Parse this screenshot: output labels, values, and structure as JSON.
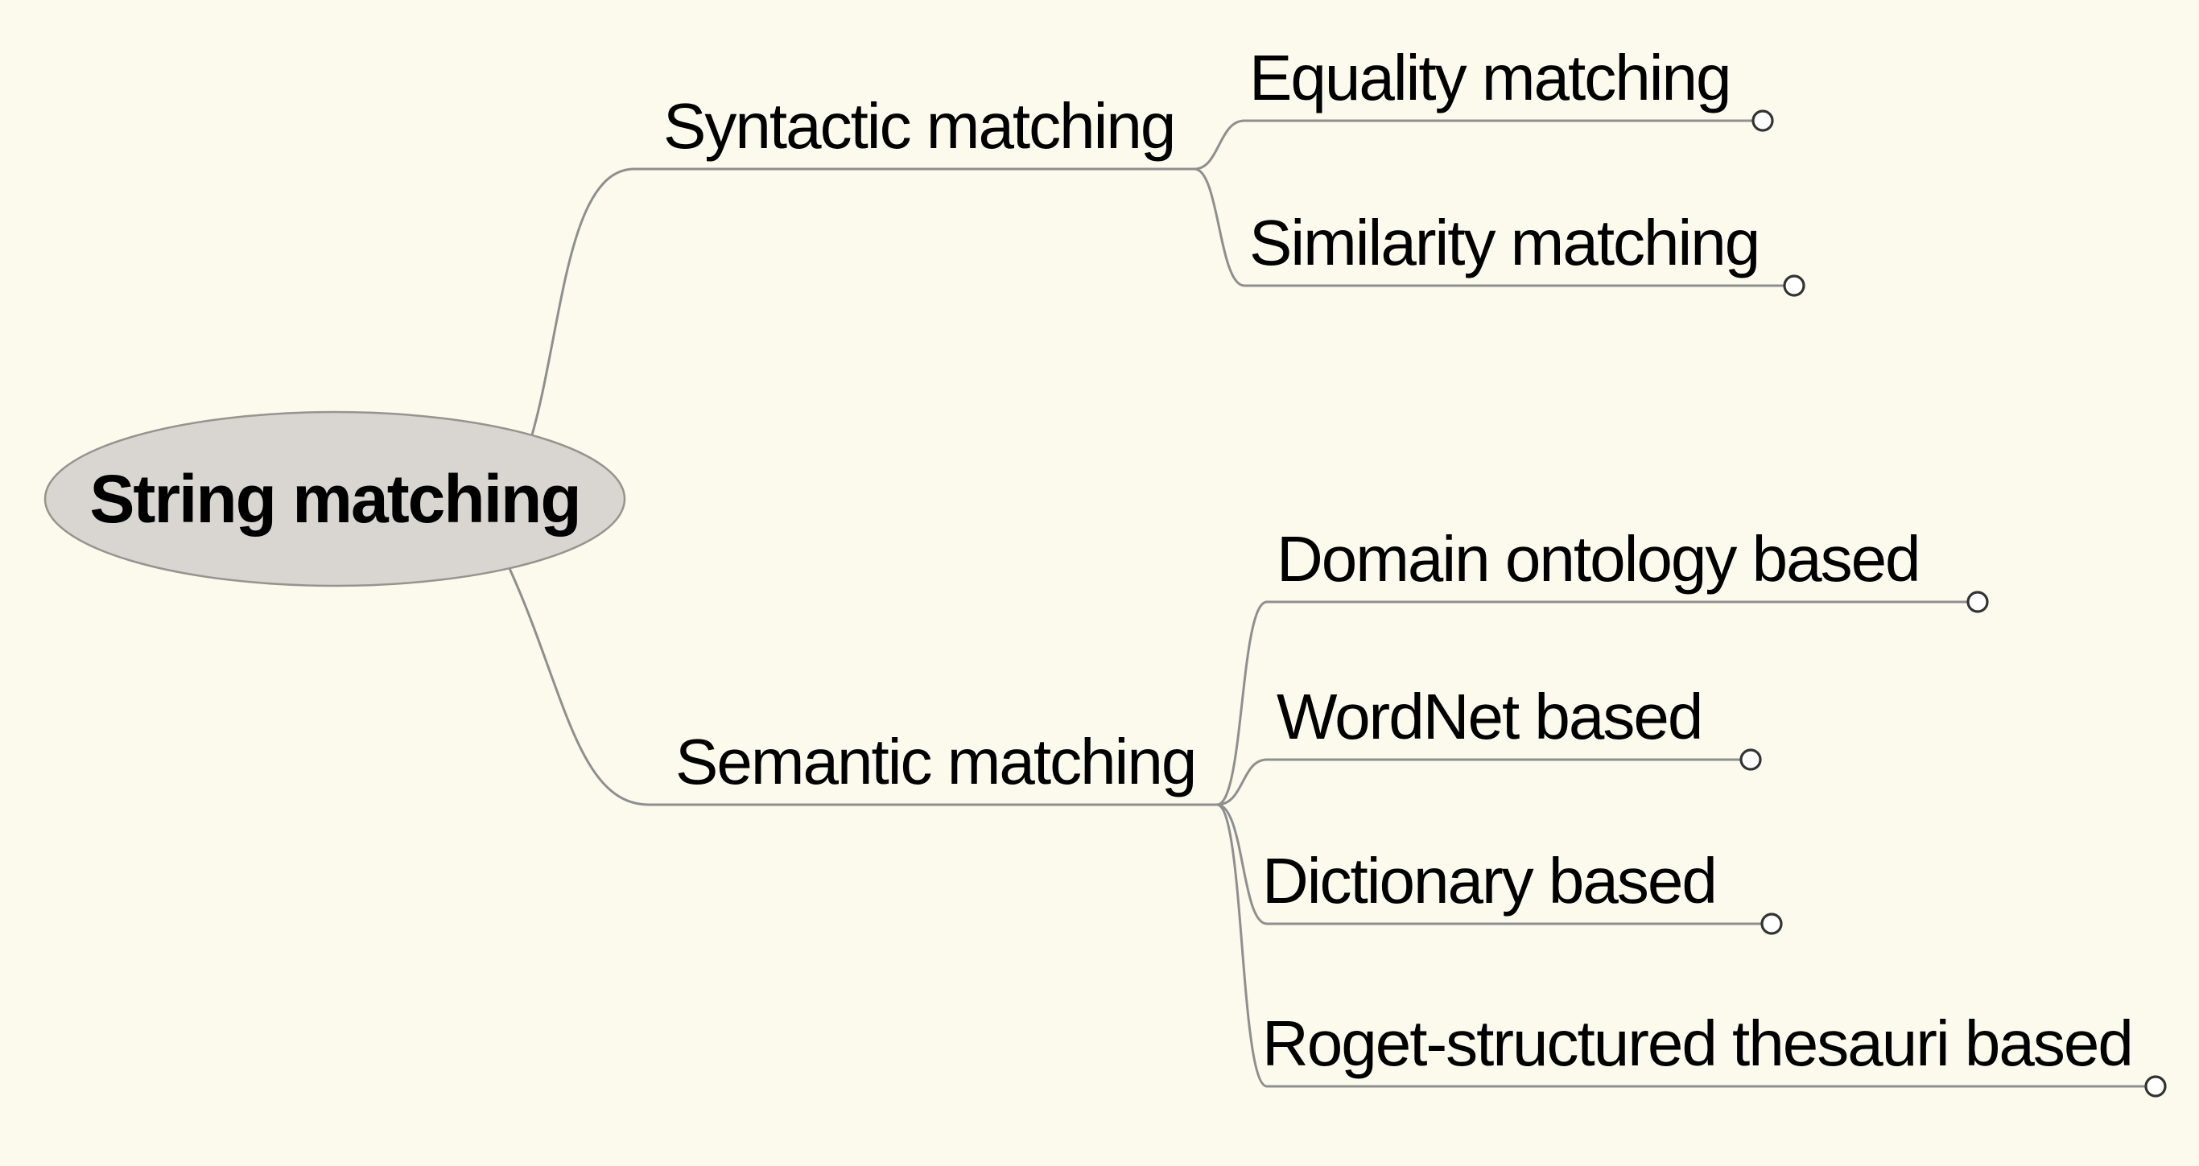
{
  "colors": {
    "background": "#FBFAEC",
    "root_fill": "#D9D5D1",
    "root_stroke": "#97948F",
    "line": "#8F8F8F",
    "text": "#000000",
    "circle_fill": "#FFFFFF",
    "circle_stroke": "#333333"
  },
  "root": {
    "label": "String matching"
  },
  "branches": [
    {
      "label": "Syntactic matching",
      "children": [
        {
          "label": "Equality matching"
        },
        {
          "label": "Similarity matching"
        }
      ]
    },
    {
      "label": "Semantic matching",
      "children": [
        {
          "label": "Domain ontology based"
        },
        {
          "label": "WordNet based"
        },
        {
          "label": "Dictionary based"
        },
        {
          "label": "Roget-structured thesauri based"
        }
      ]
    }
  ]
}
